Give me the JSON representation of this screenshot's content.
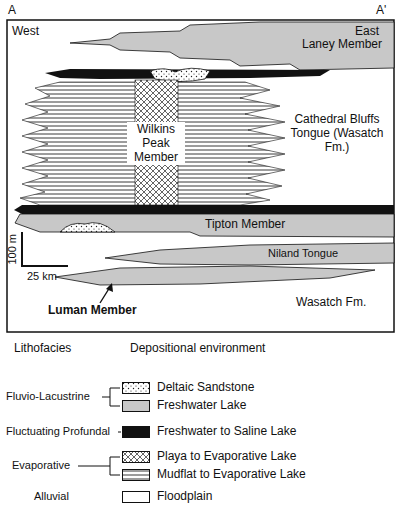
{
  "diagram": {
    "labels": [
      "A",
      "A'",
      "West",
      "East",
      "Laney Member",
      "Cathedral Bluffs Tongue (Wasatch Fm.)",
      "Wilkins Peak Member",
      "Tipton Member",
      "Niland Tongue",
      "100 m",
      "25 km",
      "Luman Member",
      "Wasatch Fm.",
      "Lithofacies",
      "Depositional environment",
      "Fluvio-Lacustrine",
      "Fluctuating Profundal",
      "Evaporative",
      "Alluvial"
    ],
    "legend": [
      {
        "text": "Deltaic Sandstone"
      },
      {
        "text": "Freshwater Lake",
        "color": "#c8c8c8"
      },
      {
        "text": "Freshwater to Saline Lake",
        "color": "#111111"
      },
      {
        "text": "Playa to Evaporative Lake"
      },
      {
        "text": "Mudflat to Evaporative Lake"
      },
      {
        "text": "Floodplain",
        "color": "#ffffff"
      }
    ]
  }
}
